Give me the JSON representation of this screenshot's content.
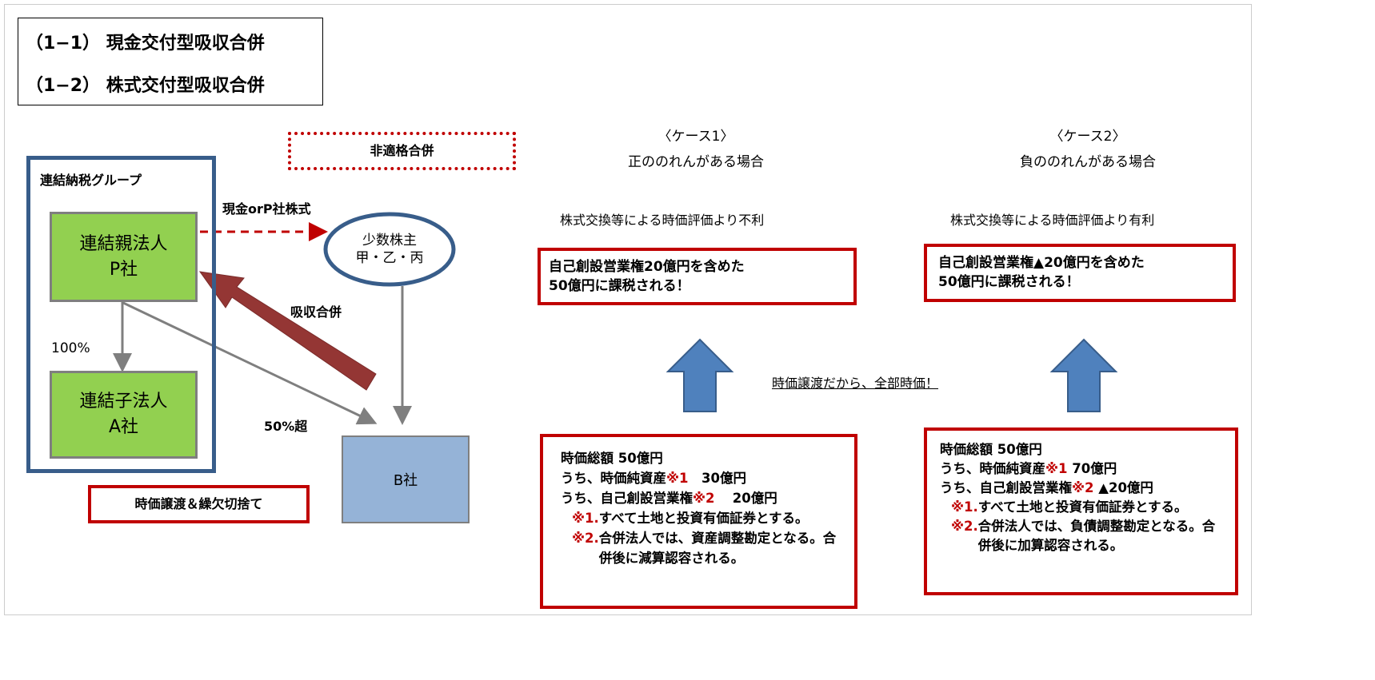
{
  "titles": [
    "（1−1） 現金交付型吸収合併",
    "（1−2） 株式交付型吸収合併"
  ],
  "left": {
    "group_label": "連結納税グループ",
    "parent": {
      "line1": "連結親法人",
      "line2": "P社"
    },
    "child": {
      "line1": "連結子法人",
      "line2": "A社"
    },
    "ownership": "100%",
    "majority": "50%超",
    "b_company": "B社",
    "minority": {
      "line1": "少数株主",
      "line2": "甲・乙・丙"
    },
    "payment_label": "現金orP社株式",
    "merger_label": "吸収合併",
    "non_qualified": "非適格合併",
    "transfer_box": "時価譲渡＆繰欠切捨て"
  },
  "middle_note": "時価譲渡だから、全部時価！",
  "cases": [
    {
      "header": "〈ケース1〉",
      "subtitle": "正ののれんがある場合",
      "comparison": "株式交換等による時価評価より不利",
      "result": [
        "自己創設営業権20億円を含めた",
        "50億円に課税される！"
      ],
      "detail": {
        "total": "時価総額  50億円",
        "l1a": "うち、時価純資産",
        "l1m": "※1",
        "l1b": "　30億円",
        "l2a": "うち、自己創設営業権",
        "l2m": "※2",
        "l2b": "　 20億円",
        "n1m": "※1.",
        "n1": "すべて土地と投資有価証券とする。",
        "n2m": "※2.",
        "n2": "合併法人では、資産調整勘定となる。合併後に減算認容される。"
      }
    },
    {
      "header": "〈ケース2〉",
      "subtitle": "負ののれんがある場合",
      "comparison": "株式交換等による時価評価より有利",
      "result": [
        "自己創設営業権▲20億円を含めた",
        "50億円に課税される！"
      ],
      "detail": {
        "total": "時価総額  50億円",
        "l1a": "うち、時価純資産",
        "l1m": "※1",
        "l1b": "  70億円",
        "l2a": "うち、自己創設営業権",
        "l2m": "※2",
        "l2b": "  ▲20億円",
        "n1m": "※1.",
        "n1": "すべて土地と投資有価証券とする。",
        "n2m": "※2.",
        "n2": "合併法人では、負債調整勘定となる。合併後に加算認容される。"
      }
    }
  ]
}
